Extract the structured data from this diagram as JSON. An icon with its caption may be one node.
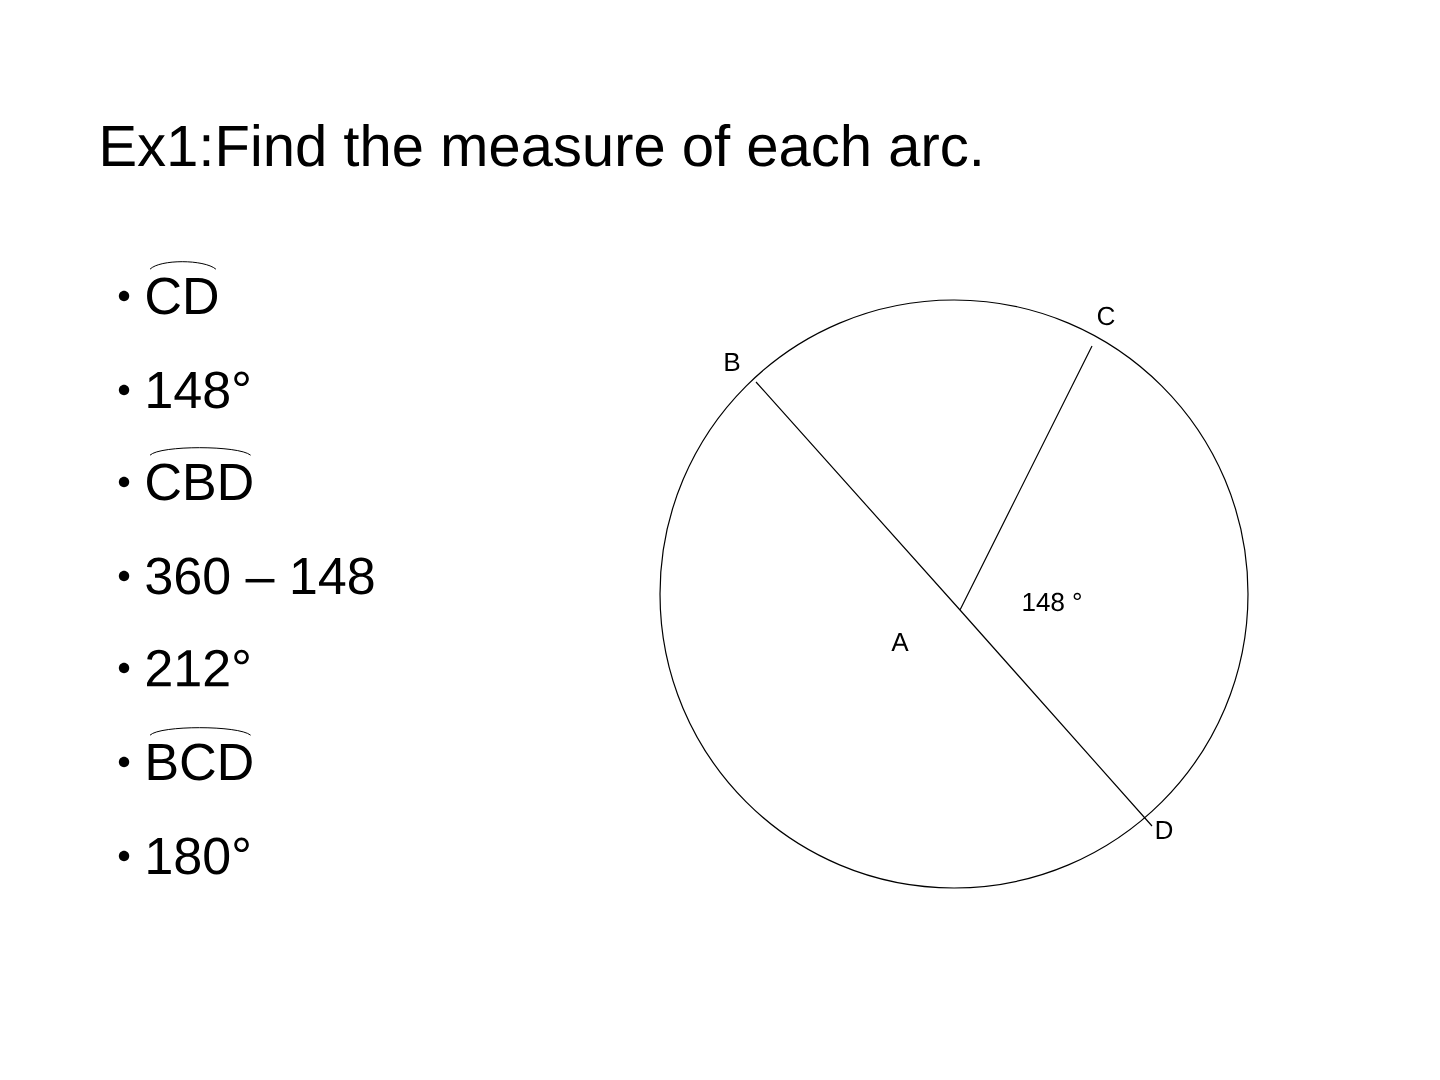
{
  "diagram": {
    "title": "Ex1:Find the measure of each arc.",
    "labels": [
      "CD",
      "148°",
      "CBD",
      "360 – 148",
      "212°",
      "BCD",
      "180°",
      "C",
      "B",
      "148 °",
      "A",
      "D"
    ]
  }
}
